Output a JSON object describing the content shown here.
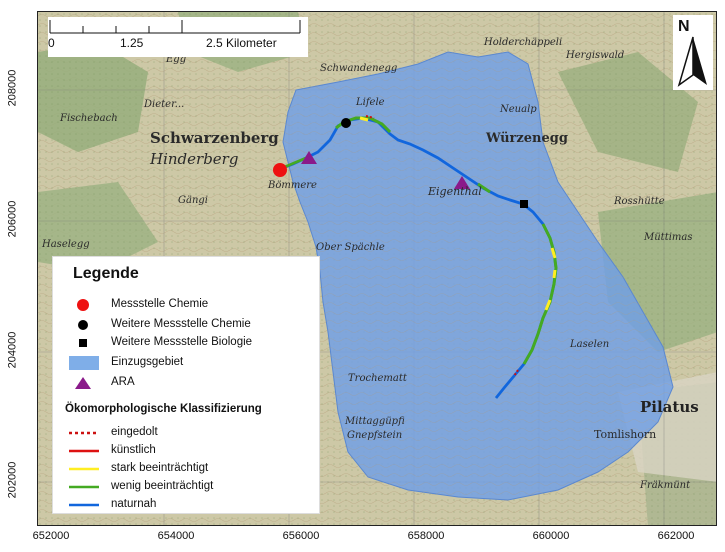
{
  "axes": {
    "x_ticks": [
      "652000",
      "654000",
      "656000",
      "658000",
      "660000",
      "662000"
    ],
    "y_ticks": [
      "208000",
      "206000",
      "204000",
      "202000"
    ]
  },
  "scalebar": {
    "labels": [
      "0",
      "1.25",
      "2.5 Kilometer"
    ]
  },
  "north_arrow": {
    "label": "N"
  },
  "place_names": {
    "schwarzenberg": "Schwarzenberg",
    "hinderberg": "Hinderberg",
    "wurzenegg": "Würzenegg",
    "pilatus": "Pilatus",
    "tomlishorn": "Tomlishorn",
    "eigenthal": "Eigenthal",
    "schwandenegg": "Schwandenegg",
    "egg": "Egg",
    "holderchappeli": "Holderchäppeli",
    "hergiswald": "Hergiswald",
    "rosshutte": "Rosshütte",
    "mittaggupfi": "Mittaggüpfi",
    "gnepfstein": "Gnepfstein",
    "trochematt": "Trochematt",
    "haselegg": "Haselegg",
    "fracmunt": "Fräkmünt",
    "lifele": "Lifele",
    "bommere": "Bömmere",
    "gangi": "Gängi",
    "muttimas": "Müttimas",
    "laselen": "Laselen",
    "neualp": "Neualp",
    "obersparkle": "Ober Spächle",
    "fischebach": "Fischebach",
    "diettere": "Dieter..."
  },
  "legend": {
    "title": "Legende",
    "items": [
      {
        "label": "Messstelle Chemie",
        "symbol": "red-circle",
        "color": "#ee1111"
      },
      {
        "label": "Weitere Messstelle Chemie",
        "symbol": "black-circle",
        "color": "#000000"
      },
      {
        "label": "Weitere Messstelle Biologie",
        "symbol": "black-square",
        "color": "#000000"
      },
      {
        "label": "Einzugsgebiet",
        "symbol": "blue-patch",
        "color": "#7faee8"
      },
      {
        "label": "ARA",
        "symbol": "purple-triangle",
        "color": "#8a1a8a"
      }
    ],
    "classification_title": "Ökomorphologische Klassifizierung",
    "classes": [
      {
        "label": "eingedolt",
        "style": "dotted",
        "color": "#cc1111"
      },
      {
        "label": "künstlich",
        "style": "solid",
        "color": "#dd1111"
      },
      {
        "label": "stark beeinträchtigt",
        "style": "solid",
        "color": "#ffee22"
      },
      {
        "label": "wenig beeinträchtigt",
        "style": "solid",
        "color": "#44aa22"
      },
      {
        "label": "naturnah",
        "style": "solid",
        "color": "#1166dd"
      }
    ]
  },
  "colors": {
    "catchment": "#6f9fe6",
    "terrain": "#cbc6a3",
    "forest": "#8fa874"
  }
}
